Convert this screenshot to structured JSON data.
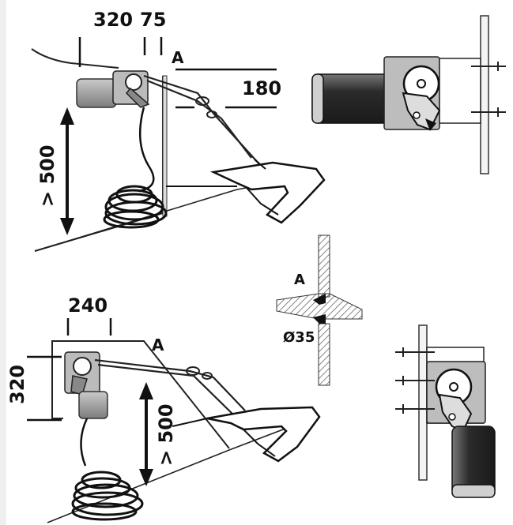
{
  "labels": {
    "top_width_1": "320",
    "top_width_2": "75",
    "top_point": "A",
    "top_offset": "180",
    "top_height": "> 500",
    "detail_point": "A",
    "detail_hole": "Ø35",
    "bottom_width": "240",
    "bottom_point": "A",
    "bottom_side": "320",
    "bottom_height": "> 500"
  },
  "colors": {
    "ink": "#111111",
    "motor_body": "#3a3a3a",
    "motor_grey": "#9a9a9a",
    "hatch": "#555555",
    "page_edge": "#dcdcdc"
  }
}
